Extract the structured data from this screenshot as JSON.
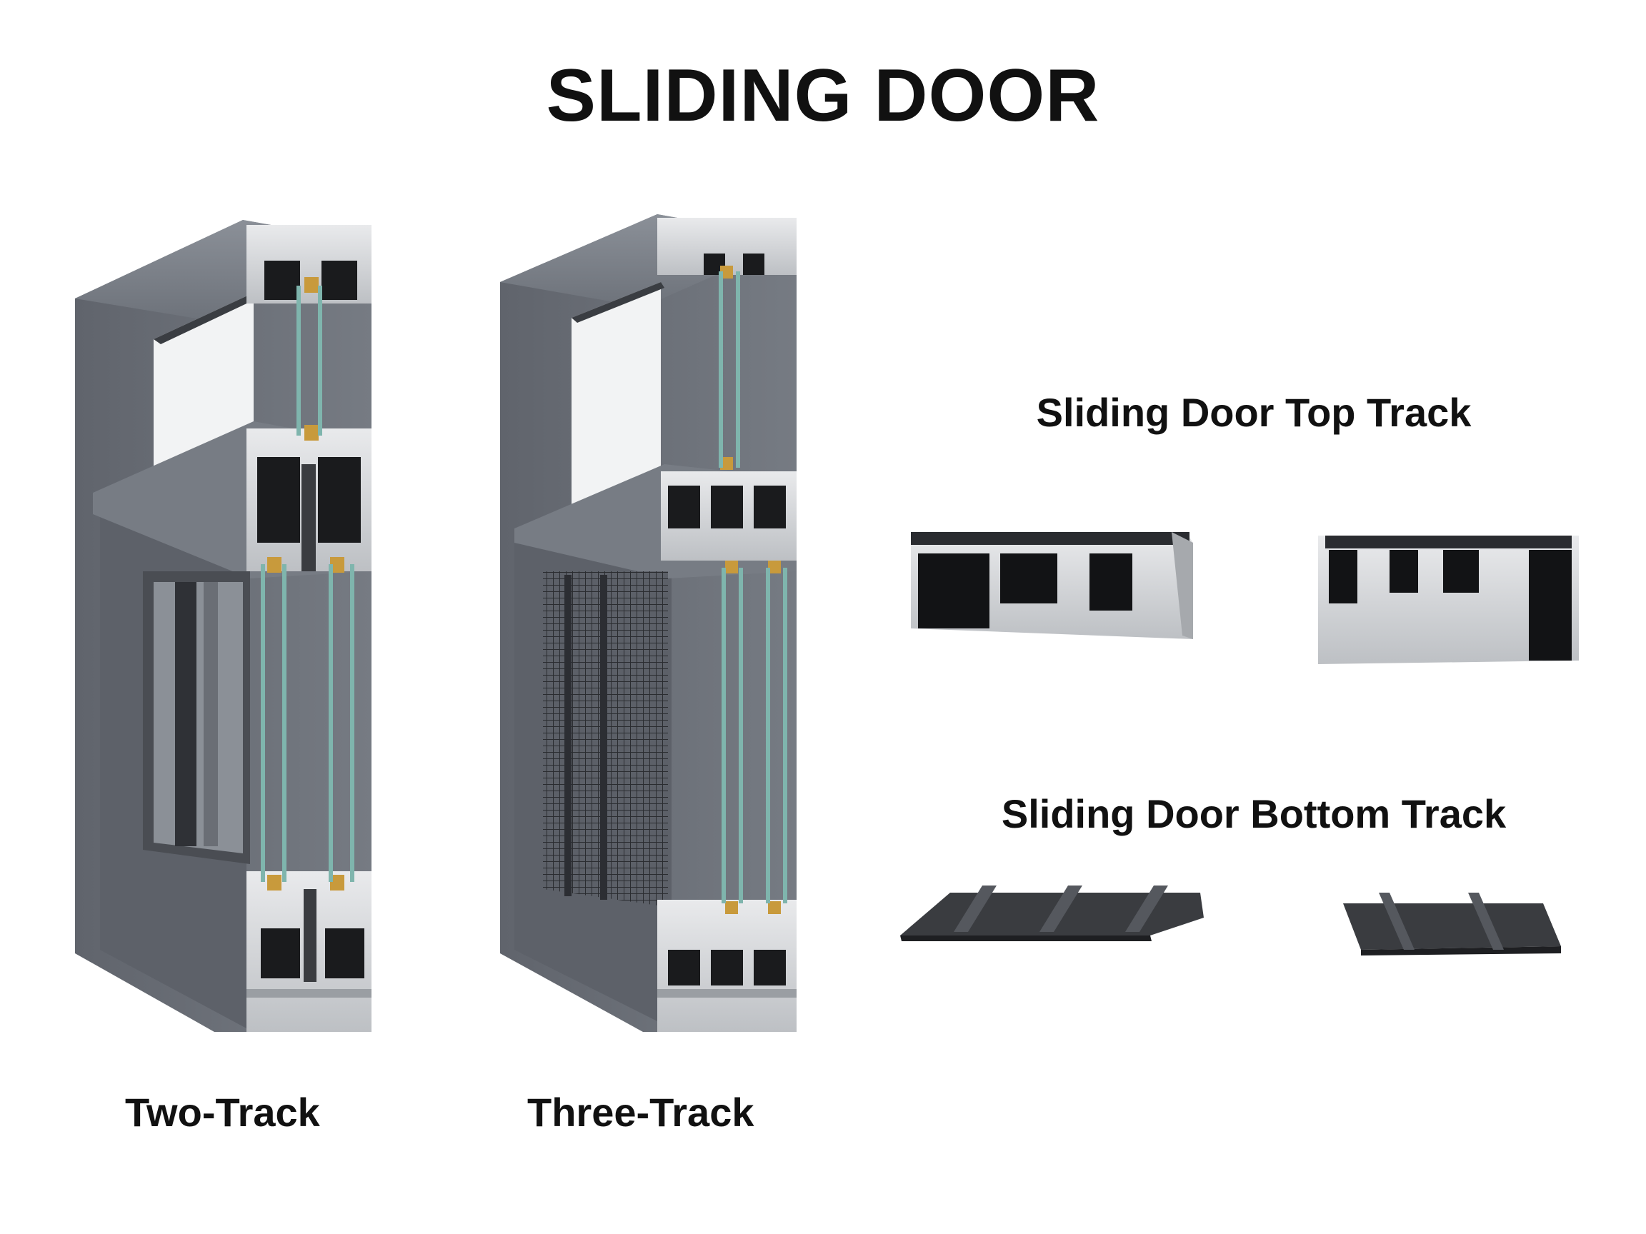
{
  "page": {
    "title": "SLIDING DOOR"
  },
  "products": {
    "two_track_label": "Two-Track",
    "three_track_label": "Three-Track"
  },
  "tracks": {
    "top_label": "Sliding Door Top Track",
    "bottom_label": "Sliding Door Bottom Track"
  },
  "colors": {
    "frame": "#6b7079",
    "frame_dark": "#4c5058",
    "frame_light": "#8a8f97",
    "glass": "#7fb5ad",
    "gasket": "#1a1b1d",
    "aluminum": "#c4c7cb",
    "gold_seal": "#c89a3c",
    "text": "#111111"
  }
}
